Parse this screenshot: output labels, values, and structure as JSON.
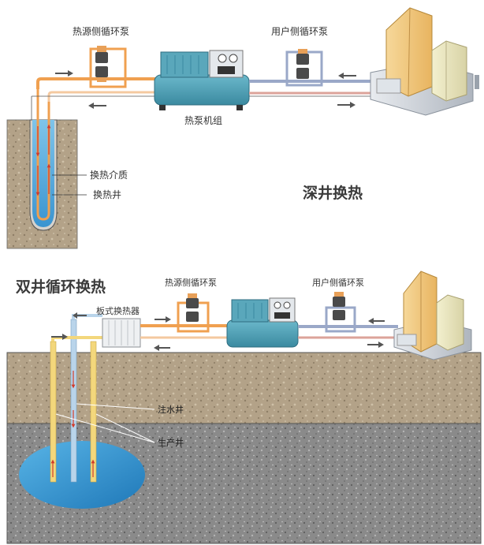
{
  "labels": {
    "top_source_pump": "热源侧循环泵",
    "top_user_pump": "用户侧循环泵",
    "heat_pump_unit": "热泵机组",
    "heat_medium": "换热介质",
    "heat_well": "换热井",
    "deep_well_title": "深井换热",
    "double_well_title": "双井循环换热",
    "plate_exchanger": "板式换热器",
    "bottom_source_pump": "热源侧循环泵",
    "bottom_user_pump": "用户侧循环泵",
    "injection_well": "注水井",
    "production_well": "生产井"
  },
  "colors": {
    "hot_pipe": "#f0a050",
    "cold_pipe": "#9aa8c8",
    "machine": "#4f9fb3",
    "water": "#2f8fc8",
    "soil": "#b5a48c",
    "rock": "#8c8c8c"
  }
}
